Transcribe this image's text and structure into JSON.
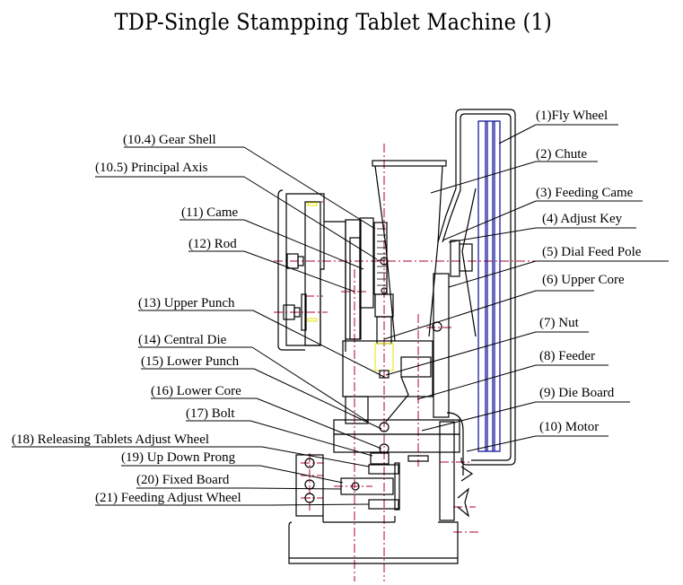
{
  "title": "TDP-Single Stampping Tablet Machine (1)",
  "colors": {
    "line": "#000000",
    "centerline": "#b0002a",
    "belt": "#1a1a9c",
    "highlight": "#e6e600",
    "background": "#ffffff"
  },
  "labels_left": [
    {
      "id": "10.4",
      "text": "(10.4) Gear Shell"
    },
    {
      "id": "10.5",
      "text": "(10.5) Principal Axis"
    },
    {
      "id": "11",
      "text": "(11) Came"
    },
    {
      "id": "12",
      "text": "(12) Rod"
    },
    {
      "id": "13",
      "text": "(13) Upper Punch"
    },
    {
      "id": "14",
      "text": "(14) Central Die"
    },
    {
      "id": "15",
      "text": "(15) Lower Punch"
    },
    {
      "id": "16",
      "text": "(16) Lower Core"
    },
    {
      "id": "17",
      "text": "(17) Bolt"
    },
    {
      "id": "18",
      "text": "(18) Releasing Tablets Adjust Wheel"
    },
    {
      "id": "19",
      "text": "(19) Up Down Prong"
    },
    {
      "id": "20",
      "text": "(20) Fixed Board"
    },
    {
      "id": "21",
      "text": "(21) Feeding Adjust Wheel"
    }
  ],
  "labels_right": [
    {
      "id": "1",
      "text": "(1)Fly Wheel"
    },
    {
      "id": "2",
      "text": "(2) Chute"
    },
    {
      "id": "3",
      "text": "(3) Feeding Came"
    },
    {
      "id": "4",
      "text": "(4) Adjust Key"
    },
    {
      "id": "5",
      "text": "(5) Dial Feed Pole"
    },
    {
      "id": "6",
      "text": "(6) Upper Core"
    },
    {
      "id": "7",
      "text": "(7) Nut"
    },
    {
      "id": "8",
      "text": "(8) Feeder"
    },
    {
      "id": "9",
      "text": "(9) Die Board"
    },
    {
      "id": "10",
      "text": "(10) Motor"
    }
  ]
}
